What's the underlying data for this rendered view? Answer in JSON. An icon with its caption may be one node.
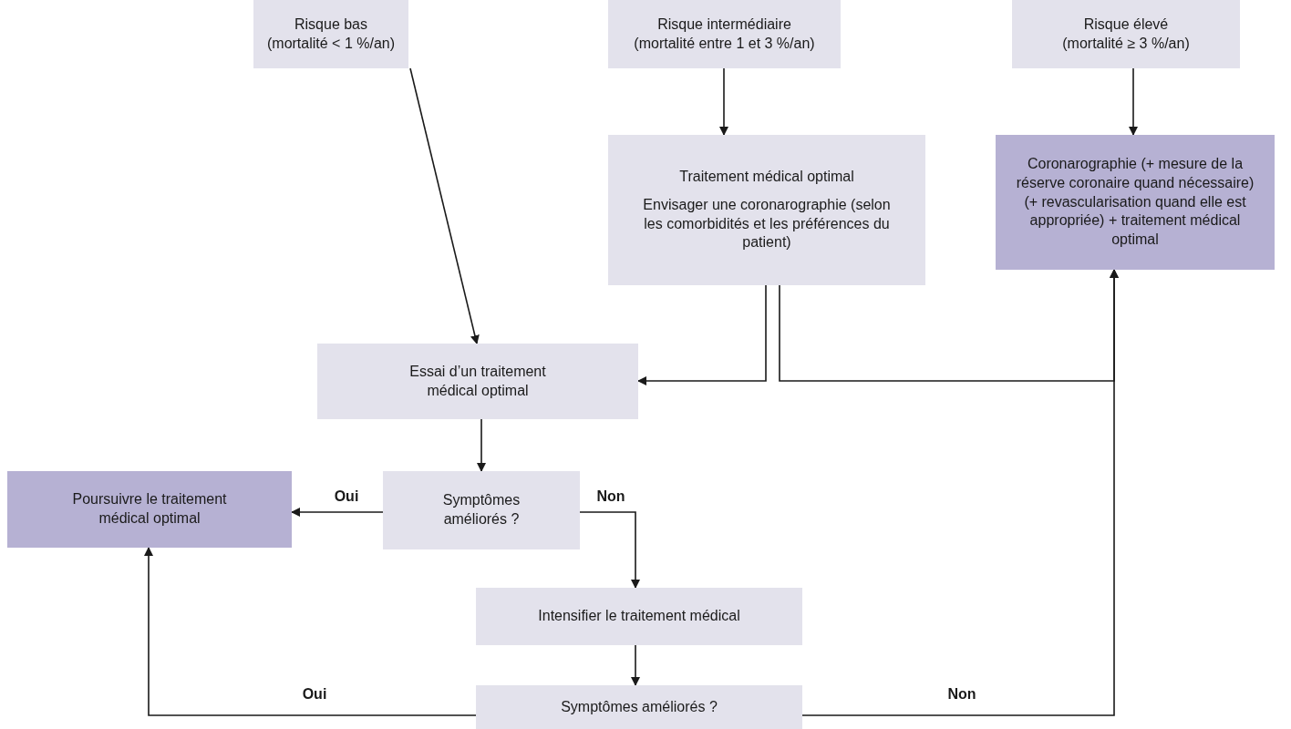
{
  "diagram": {
    "nodes": [
      {
        "text": [
          "Risque bas",
          "(mortalité < 1 %/an)"
        ]
      },
      {
        "text": [
          "Risque intermédiaire",
          "(mortalité entre 1 et 3 %/an)"
        ]
      },
      {
        "text": [
          "Risque élevé",
          "(mortalité ≥ 3 %/an)"
        ]
      },
      {
        "text": [
          "Traitement médical optimal",
          "Envisager une coronarographie (selon les comorbidités et les préférences du patient)"
        ]
      },
      {
        "text": [
          "Coronarographie (+ mesure de la réserve coronaire quand nécessaire) (+ revascularisation quand elle est appropriée) + traitement médical optimal"
        ]
      },
      {
        "text": [
          "Essai d’un traitement médical optimal"
        ]
      },
      {
        "text": [
          "Symptômes améliorés ?"
        ]
      },
      {
        "text": [
          "Poursuivre le traitement médical optimal"
        ]
      },
      {
        "text": [
          "Intensifier le traitement médical"
        ]
      },
      {
        "text": [
          "Symptômes améliorés ?"
        ]
      }
    ],
    "edges": [
      {
        "from": 0,
        "to": 5,
        "arrow": "to"
      },
      {
        "from": 1,
        "to": 3,
        "arrow": "to"
      },
      {
        "from": 2,
        "to": 4,
        "arrow": "to"
      },
      {
        "from": 3,
        "to": 5,
        "arrow": "to"
      },
      {
        "from": 3,
        "to": 4,
        "arrow": "to"
      },
      {
        "from": 5,
        "to": 6,
        "arrow": "to"
      },
      {
        "from": 6,
        "to": 7,
        "arrow": "to",
        "label": "Oui"
      },
      {
        "from": 6,
        "to": 8,
        "arrow": "to",
        "label": "Non"
      },
      {
        "from": 8,
        "to": 9,
        "arrow": "to"
      },
      {
        "from": 9,
        "to": 7,
        "arrow": "to",
        "label": "Oui"
      },
      {
        "from": 9,
        "to": 4,
        "arrow": "to",
        "label": "Non"
      }
    ]
  }
}
